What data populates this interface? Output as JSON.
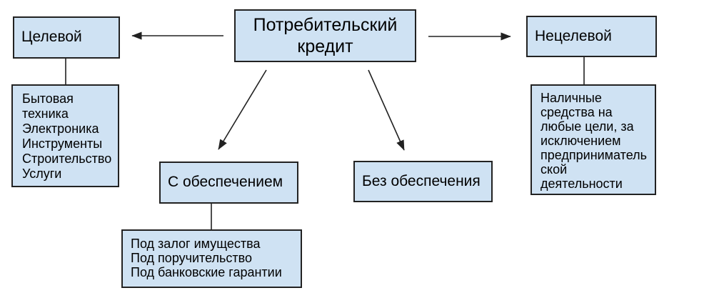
{
  "diagram": {
    "title_node": {
      "label": "Потребительский кредит"
    },
    "branch_nodes": {
      "targeted": {
        "label": "Целевой"
      },
      "non_targeted": {
        "label": "Нецелевой"
      },
      "secured": {
        "label": "С обеспечением"
      },
      "unsecured": {
        "label": "Без обеспечения"
      }
    },
    "detail_boxes": {
      "targeted_items": {
        "items": [
          "Бытовая техника",
          "Электроника",
          "Инструменты",
          "Строительство",
          "Услуги"
        ]
      },
      "non_targeted_text": {
        "text": "Наличные средства на любые цели, за исключением предпринимательской деятельности"
      },
      "secured_items": {
        "items": [
          "Под залог имущества",
          "Под поручительство",
          "Под банковские гарантии"
        ]
      }
    },
    "colors": {
      "node_fill": "#cfe2f3",
      "node_border": "#222222",
      "arrow": "#212121",
      "background": "#ffffff"
    }
  }
}
